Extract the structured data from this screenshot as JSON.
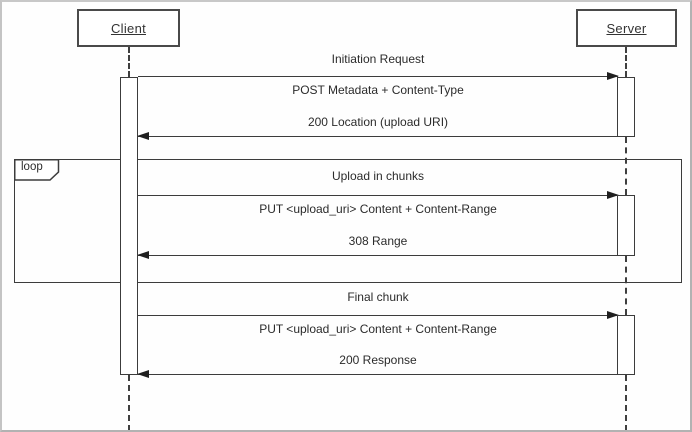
{
  "actors": {
    "client": "Client",
    "server": "Server"
  },
  "fragment": {
    "label": "loop"
  },
  "sections": {
    "initiation": {
      "title": "Initiation Request",
      "request": "POST Metadata + Content-Type",
      "response": "200 Location (upload URI)"
    },
    "chunks": {
      "title": "Upload in chunks",
      "request": "PUT <upload_uri> Content + Content-Range",
      "response": "308 Range"
    },
    "final": {
      "title": "Final chunk",
      "request": "PUT <upload_uri> Content + Content-Range",
      "response": "200 Response"
    }
  },
  "colors": {
    "line": "#3c3c3c",
    "text": "#2b2b2b",
    "background": "#fefefe",
    "frame_border": "#bdbdbd"
  }
}
